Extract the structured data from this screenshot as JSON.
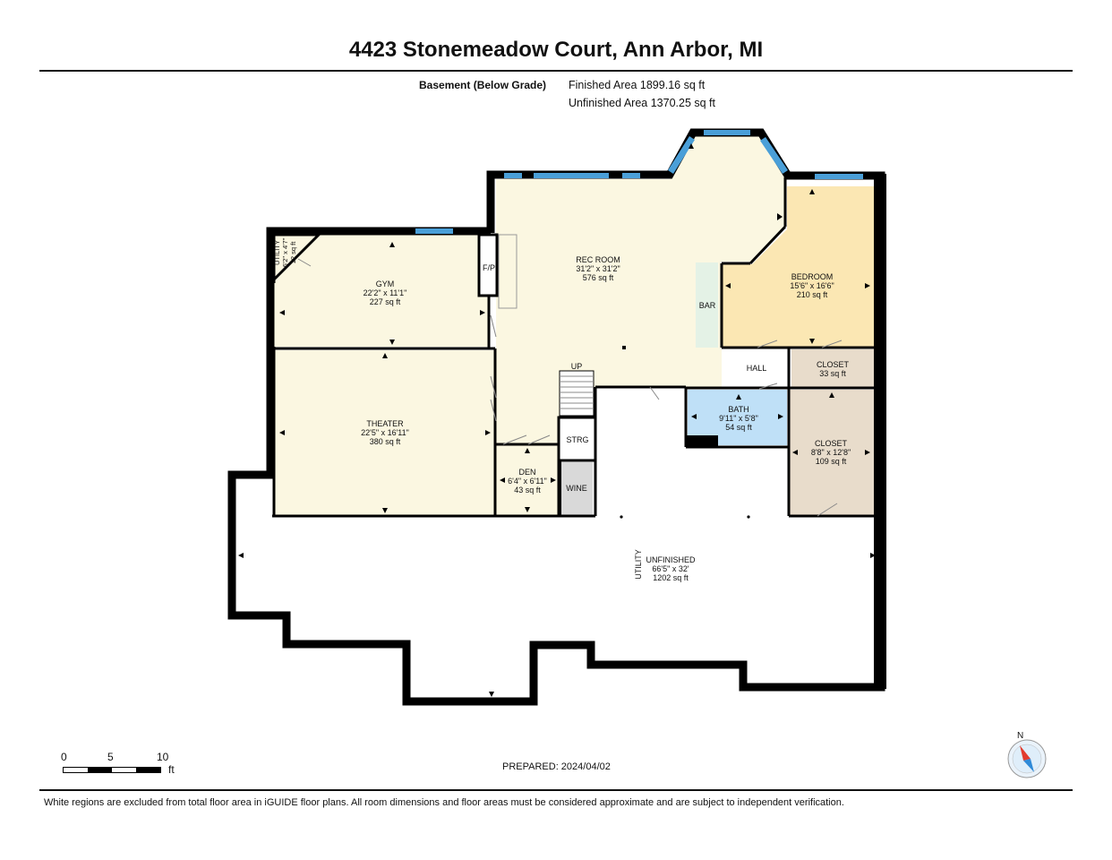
{
  "header": {
    "title": "4423 Stonemeadow Court, Ann Arbor, MI",
    "floor_name": "Basement (Below Grade)",
    "finished_area": "Finished Area 1899.16 sq ft",
    "unfinished_area": "Unfinished Area 1370.25 sq ft"
  },
  "rooms": {
    "rec_room": {
      "name": "REC ROOM",
      "dims": "31'2\" x 31'2\"",
      "area": "576 sq ft"
    },
    "bedroom": {
      "name": "BEDROOM",
      "dims": "15'6\" x 16'6\"",
      "area": "210 sq ft"
    },
    "gym": {
      "name": "GYM",
      "dims": "22'2\" x 11'1\"",
      "area": "227 sq ft"
    },
    "theater": {
      "name": "THEATER",
      "dims": "22'5\" x 16'11\"",
      "area": "380 sq ft"
    },
    "den": {
      "name": "DEN",
      "dims": "6'4\" x 6'11\"",
      "area": "43 sq ft"
    },
    "bath": {
      "name": "BATH",
      "dims": "9'11\" x 5'8\"",
      "area": "54 sq ft"
    },
    "closet_small": {
      "name": "CLOSET",
      "area": "33 sq ft"
    },
    "closet_large": {
      "name": "CLOSET",
      "dims": "8'8\" x 12'8\"",
      "area": "109 sq ft"
    },
    "unfinished": {
      "name": "UNFINISHED",
      "dims": "66'5\" x 32'",
      "area": "1202 sq ft",
      "side_label": "UTILITY"
    },
    "utility_small": {
      "name": "UTILITY",
      "dims": "6'2\" x 4'7\"",
      "area": "12 sq ft"
    }
  },
  "labels": {
    "bar": "BAR",
    "hall": "HALL",
    "strg": "STRG",
    "wine": "WINE",
    "fp": "F/P",
    "up": "UP"
  },
  "colors": {
    "wall": "#000000",
    "finished_fill": "#fbf7e1",
    "bedroom_fill": "#fbe7b3",
    "bath_fill": "#bfe0f7",
    "closet_fill": "#e8dccb",
    "window": "#4a9fd8",
    "bar_fill": "#e4f2e6",
    "wine_fill": "#d9d9d9"
  },
  "scale_bar": {
    "labels": [
      "0",
      "5",
      "10"
    ],
    "unit": "ft"
  },
  "compass": {
    "label": "N"
  },
  "prepared": "PREPARED: 2024/04/02",
  "footer": "White regions are excluded from total floor area in iGUIDE floor plans. All room dimensions and floor areas must be considered approximate and are subject to independent verification."
}
